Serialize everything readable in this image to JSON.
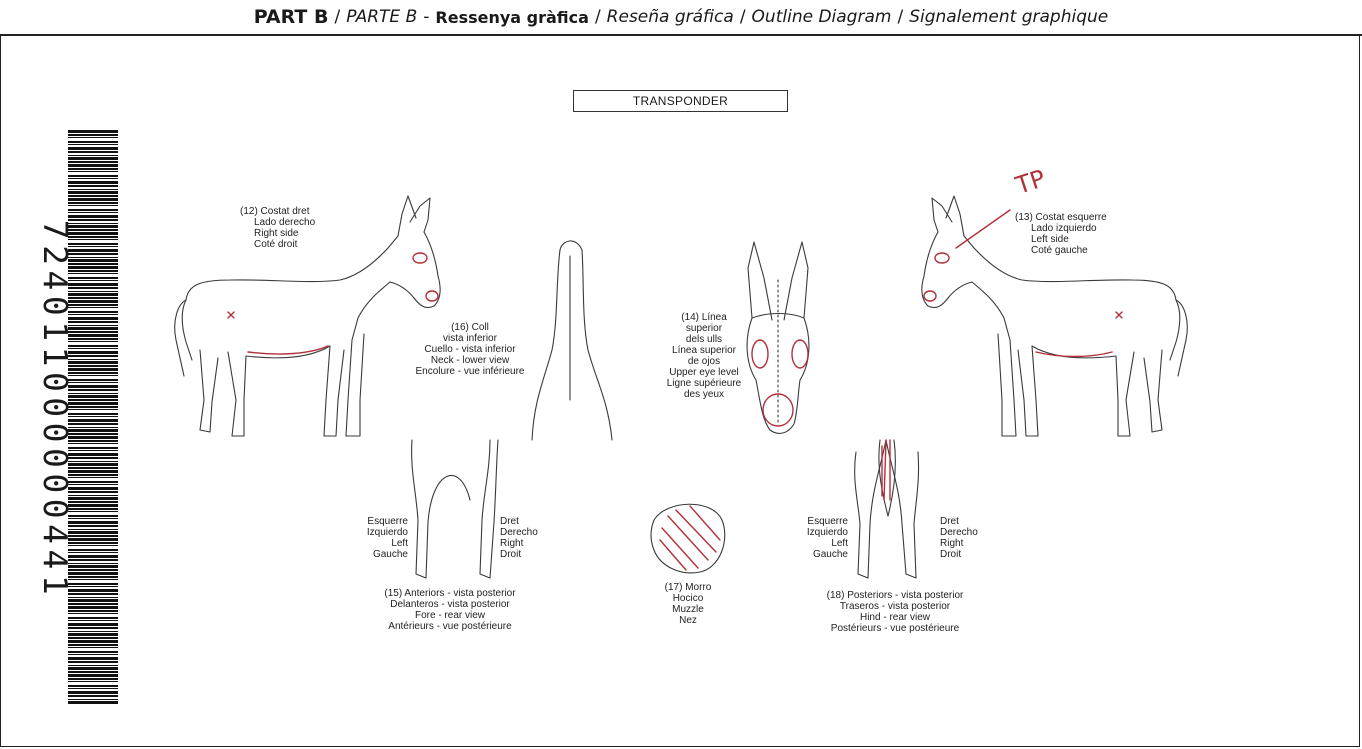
{
  "header": {
    "part_en": "PART B",
    "slash1": "/",
    "part_es": "PARTE B",
    "dash": "-",
    "title_ca": "Ressenya gràfica",
    "slash2": "/",
    "title_es": "Reseña gráfica",
    "slash3": "/",
    "title_en": "Outline Diagram",
    "slash4": "/",
    "title_fr": "Signalement graphique"
  },
  "transponder_label": "TRANSPONDER",
  "barcode_number": "724011000000441",
  "views": {
    "right_side": [
      "(12) Costat dret",
      "Lado derecho",
      "Right side",
      "Coté droit"
    ],
    "left_side": [
      "(13) Costat esquerre",
      "Lado izquierdo",
      "Left side",
      "Coté gauche"
    ],
    "neck": [
      "(16) Coll",
      "vista inferior",
      "Cuello - vista inferior",
      "Neck - lower view",
      "Encolure - vue inférieure"
    ],
    "head": [
      "(14) Línea",
      "superior",
      "dels ulls",
      "Línea superior",
      "de ojos",
      "Upper eye level",
      "Ligne supérieure",
      "des yeux"
    ],
    "fore_left": [
      "Esquerre",
      "Izquierdo",
      "Left",
      "Gauche"
    ],
    "fore_right": [
      "Dret",
      "Derecho",
      "Right",
      "Droit"
    ],
    "fore_caption": [
      "(15) Anteriors - vista posterior",
      "Delanteros - vista posterior",
      "Fore - rear view",
      "Antérieurs - vue postérieure"
    ],
    "muzzle": [
      "(17) Morro",
      "Hocico",
      "Muzzle",
      "Nez"
    ],
    "hind_left": [
      "Esquerre",
      "Izquierdo",
      "Left",
      "Gauche"
    ],
    "hind_right": [
      "Dret",
      "Derecho",
      "Right",
      "Droit"
    ],
    "hind_caption": [
      "(18) Posteriors - vista posterior",
      "Traseros - vista posterior",
      "Hind - rear view",
      "Postérieurs - vue postérieure"
    ]
  },
  "annotation": "TP",
  "colors": {
    "ink": "#1a1a1a",
    "marking": "#b2303a"
  }
}
